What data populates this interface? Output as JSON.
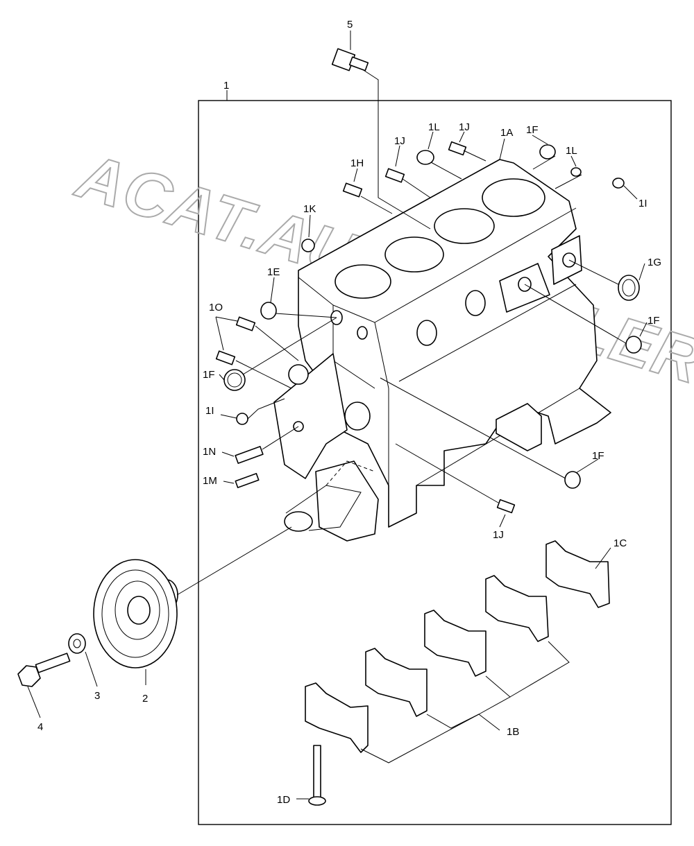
{
  "watermark": "ACAT.AUTODEALER.RU",
  "colors": {
    "line": "#000000",
    "background": "#ffffff",
    "watermark": "#aaaaaa"
  },
  "callouts": {
    "c1": "1",
    "c2": "2",
    "c3": "3",
    "c4": "4",
    "c5": "5",
    "c1A": "1A",
    "c1B": "1B",
    "c1C": "1C",
    "c1D": "1D",
    "c1E": "1E",
    "c1F_top": "1F",
    "c1F_right": "1F",
    "c1F_left": "1F",
    "c1F_lower": "1F",
    "c1G": "1G",
    "c1H": "1H",
    "c1I_right": "1I",
    "c1I_left": "1I",
    "c1J_top": "1J",
    "c1J_top2": "1J",
    "c1J_bottom": "1J",
    "c1K": "1K",
    "c1L_top": "1L",
    "c1L_right": "1L",
    "c1M": "1M",
    "c1N": "1N",
    "c1O": "1O"
  }
}
